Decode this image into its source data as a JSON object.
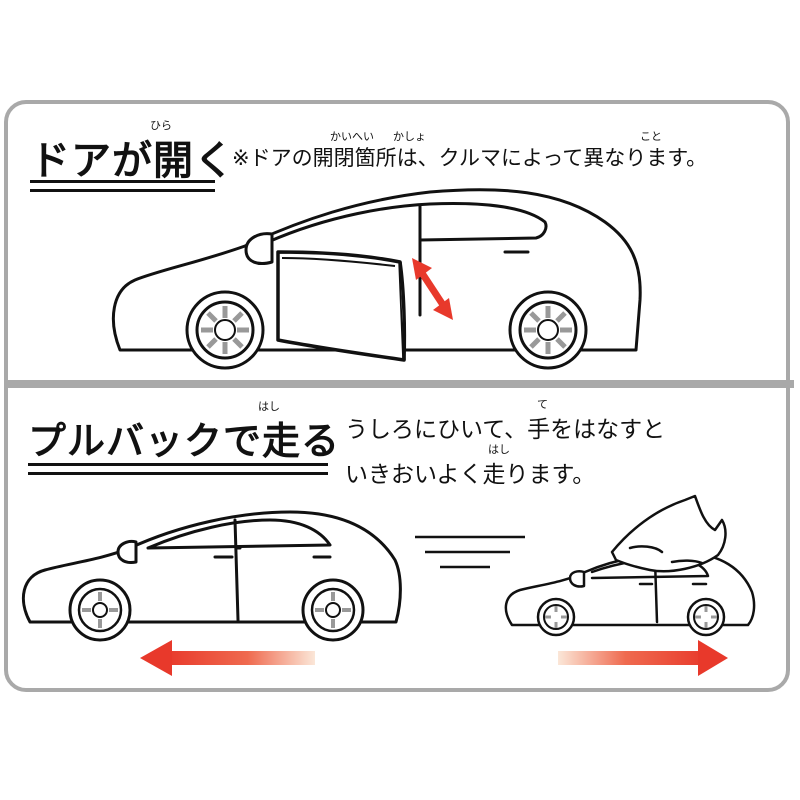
{
  "section_open": {
    "title": "ドアが開く",
    "title_ruby": "ひら",
    "note": "※ドアの開閉箇所は、クルマによって異なります。",
    "note_ruby_kaihei": "かいへい",
    "note_ruby_kasho": "かしょ",
    "note_ruby_koto": "こと"
  },
  "section_pullback": {
    "title": "プルバックで走る",
    "title_ruby": "はし",
    "line1": "うしろにひいて、手をはなすと",
    "line1_ruby": "て",
    "line2": "いきおいよく走ります。",
    "line2_ruby": "はし"
  },
  "colors": {
    "frame": "#a9a9a9",
    "arrow_red": "#e8392b",
    "ink": "#111111"
  }
}
